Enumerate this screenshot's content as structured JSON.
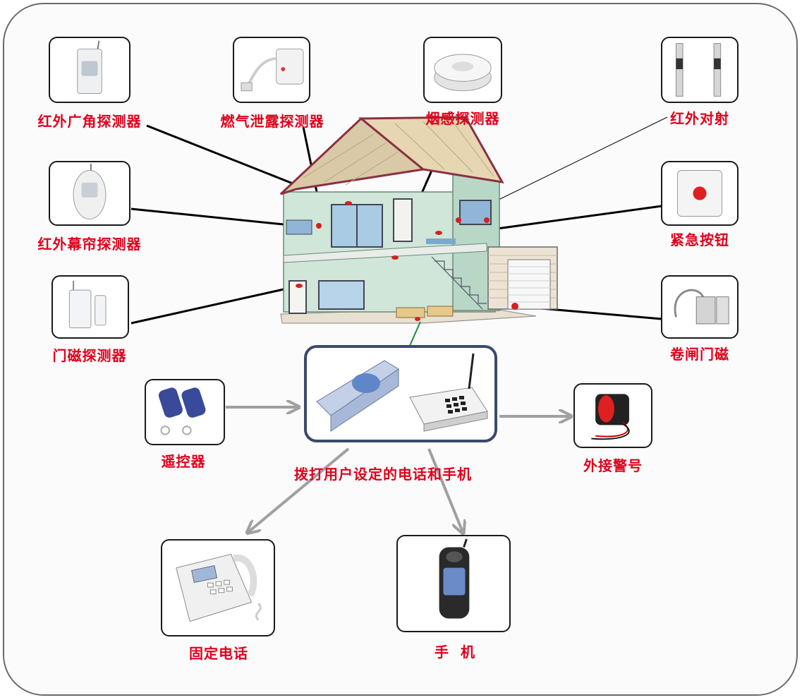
{
  "labels": {
    "ir_wide": "红外广角探测器",
    "gas": "燃气泄露探测器",
    "smoke": "烟感探测器",
    "ir_beam": "红外对射",
    "ir_curtain": "红外幕帘探测器",
    "panic": "紧急按钮",
    "door": "门磁探测器",
    "shutter": "卷闸门磁",
    "remote": "遥控器",
    "siren": "外接警号",
    "landline": "固定电话",
    "mobile": "手  机",
    "call_text": "拨打用户设定的电话和手机"
  },
  "colors": {
    "label": "#e0001b",
    "house_wall": "#cfe6d8",
    "roof": "#d9c9a6",
    "hub_border": "#3b4a6b",
    "arrow": "#a0a0a0"
  }
}
